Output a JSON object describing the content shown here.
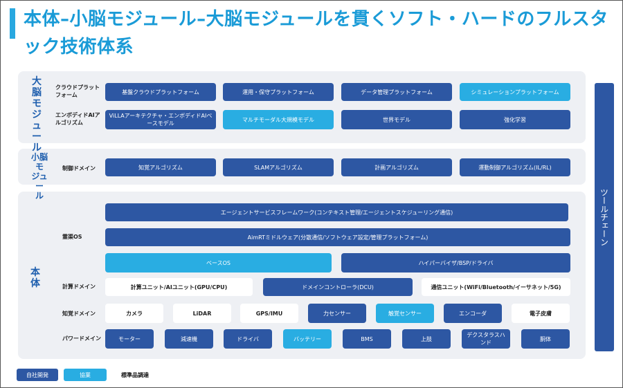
{
  "title": "本体–小脳モジュール–大脳モジュールを貫くソフト・ハードのフルスタック技術体系",
  "sections": {
    "brain": "大脳モジュール",
    "cerebellum": "小脳モジュール",
    "body": "本体"
  },
  "rows": {
    "cloud": "クラウドプラットフォーム",
    "embodied": "エンボディドAIアルゴリズム",
    "control": "制御ドメイン",
    "os": "霊渠OS",
    "compute": "計算ドメイン",
    "perception": "知覚ドメイン",
    "power": "パワードメイン"
  },
  "boxes": {
    "cloud": [
      "基盤クラウドプラットフォーム",
      "運用・保守プラットフォーム",
      "データ管理プラットフォーム",
      "シミュレーションプラットフォーム"
    ],
    "embodied": [
      "ViLLAアーキテクチャ・エンボディドAIベースモデル",
      "マルチモーダル大規模モデル",
      "世界モデル",
      "強化学習"
    ],
    "control": [
      "知覚アルゴリズム",
      "SLAMアルゴリズム",
      "計画アルゴリズム",
      "運動制御アルゴリズム(IL/RL)"
    ],
    "os_agent": "エージェントサービスフレームワーク(コンテキスト管理/エージェントスケジューリング通信)",
    "os_middleware": "AimRTミドルウェア(分散通信/ソフトウェア設定/管理プラットフォーム)",
    "os_base": "ベースOS",
    "os_hyper": "ハイパーバイザ/BSP/ドライバ",
    "compute": [
      "計算ユニット/AIユニット(GPU/CPU)",
      "ドメインコントローラ(DCU)",
      "通信ユニット(WiFi/Bluetooth/イーサネット/5G)"
    ],
    "perception": [
      "カメラ",
      "LiDAR",
      "GPS/IMU",
      "力センサー",
      "触覚センサー",
      "エンコーダ",
      "電子皮膚"
    ],
    "power": [
      "モーター",
      "減速機",
      "ドライバ",
      "バッテリー",
      "BMS",
      "上肢",
      "デクスタラスハンド",
      "胴体"
    ]
  },
  "toolchain": "ツールチェーン",
  "legend": {
    "in_house": "自社開発",
    "partnership": "協業",
    "standard": "標準品調達"
  },
  "colors": {
    "dark": "#2d57a3",
    "light": "#29ade2",
    "white": "#ffffff",
    "title": "#1a9bd7",
    "panel": "#eef0f4"
  }
}
